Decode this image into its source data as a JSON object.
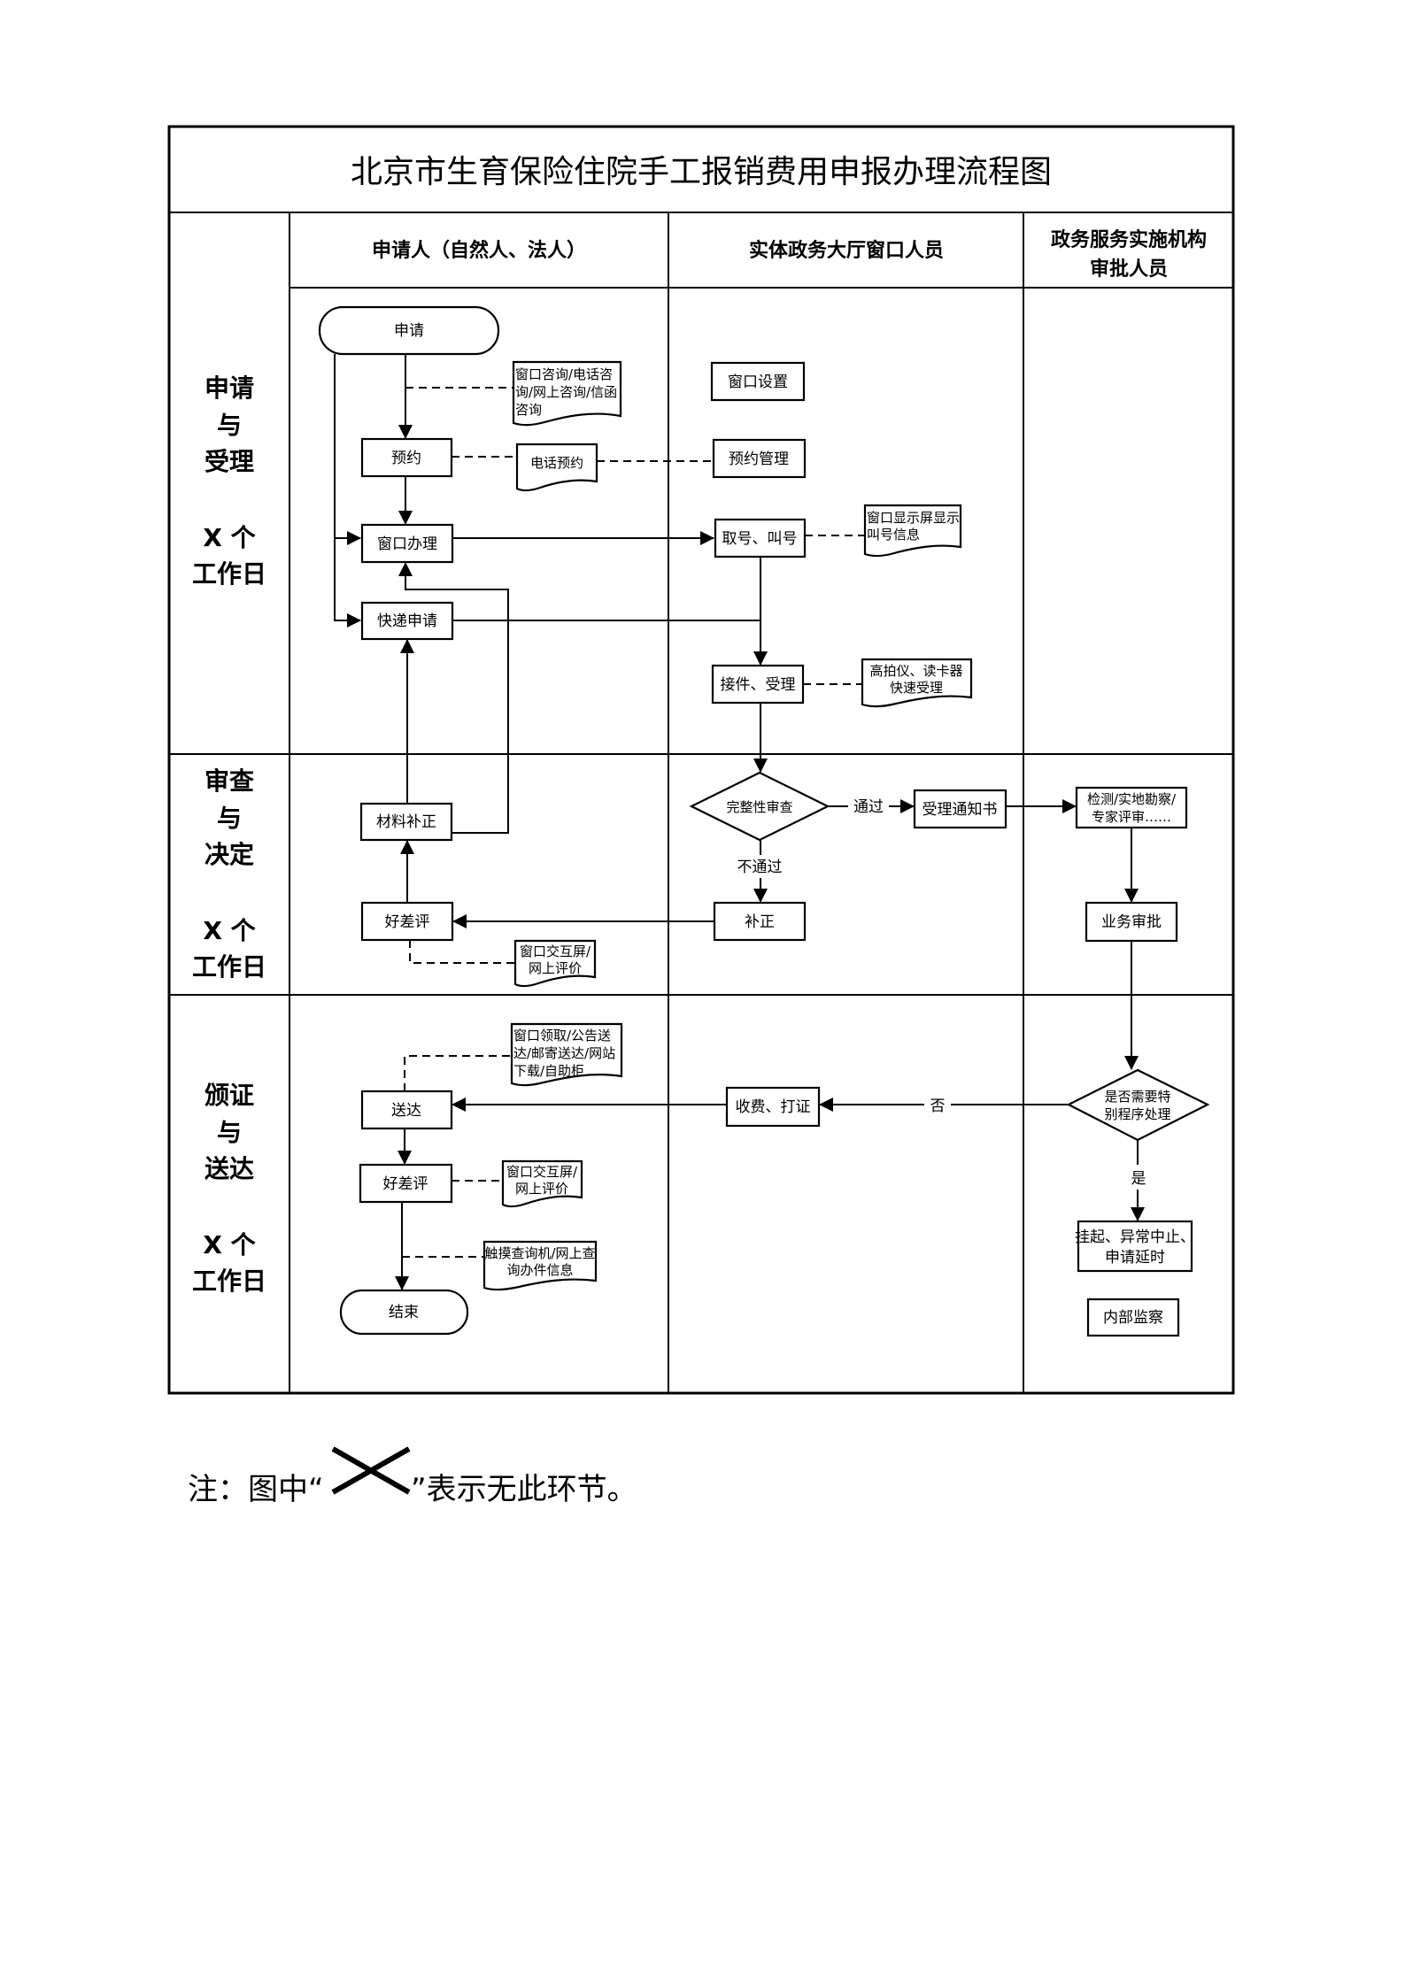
{
  "title": "北京市生育保险住院手工报销费用申报办理流程图",
  "columns": {
    "applicant": "申请人（自然人、法人）",
    "window_staff": "实体政务大厅窗口人员",
    "approver_line1": "政务服务实施机构",
    "approver_line2": "审批人员"
  },
  "lanes": [
    {
      "lines": [
        "申请",
        "与",
        "受理",
        "",
        "X 个",
        "工作日"
      ]
    },
    {
      "lines": [
        "审查",
        "与",
        "决定",
        "",
        "X 个",
        "工作日"
      ]
    },
    {
      "lines": [
        "颁证",
        "与",
        "送达",
        "",
        "X 个",
        "工作日"
      ]
    }
  ],
  "nodes": {
    "start": "申请",
    "reservation": "预约",
    "window_handling": "窗口办理",
    "express_apply": "快递申请",
    "window_setup": "窗口设置",
    "reservation_mgmt": "预约管理",
    "take_call_number": "取号、叫号",
    "receive_accept": "接件、受理",
    "completeness_check": "完整性审查",
    "acceptance_notice": "受理通知书",
    "inspection_line1": "检测/实地勘察/",
    "inspection_line2": "专家评审……",
    "material_supplement": "材料补正",
    "rating_1": "好差评",
    "correction": "补正",
    "business_approval": "业务审批",
    "special_procedure_line1": "是否需要特",
    "special_procedure_line2": "别程序处理",
    "fee_certificate": "收费、打证",
    "delivery": "送达",
    "rating_2": "好差评",
    "end": "结束",
    "suspend_line1": "挂起、异常中止、",
    "suspend_line2": "申请延时",
    "internal_supervision": "内部监察"
  },
  "documents": {
    "consult": [
      "窗口咨询/电话咨",
      "询/网上咨询/信函",
      "咨询"
    ],
    "phone_reservation": [
      "电话预约"
    ],
    "call_display": [
      "窗口显示屏显示",
      "叫号信息"
    ],
    "fast_accept": [
      "高拍仪、读卡器",
      "快速受理"
    ],
    "rating_channel_1": [
      "窗口交互屏/",
      "网上评价"
    ],
    "delivery_channels": [
      "窗口领取/公告送",
      "达/邮寄送达/网站",
      "下载/自助柜"
    ],
    "rating_channel_2": [
      "窗口交互屏/",
      "网上评价"
    ],
    "query_info": [
      "触摸查询机/网上查",
      "询办件信息"
    ]
  },
  "edge_labels": {
    "pass": "通过",
    "fail": "不通过",
    "no": "否",
    "yes": "是"
  },
  "note": {
    "prefix": "注：图中“",
    "suffix": "”表示无此环节。",
    "symbol": "cross-icon"
  }
}
